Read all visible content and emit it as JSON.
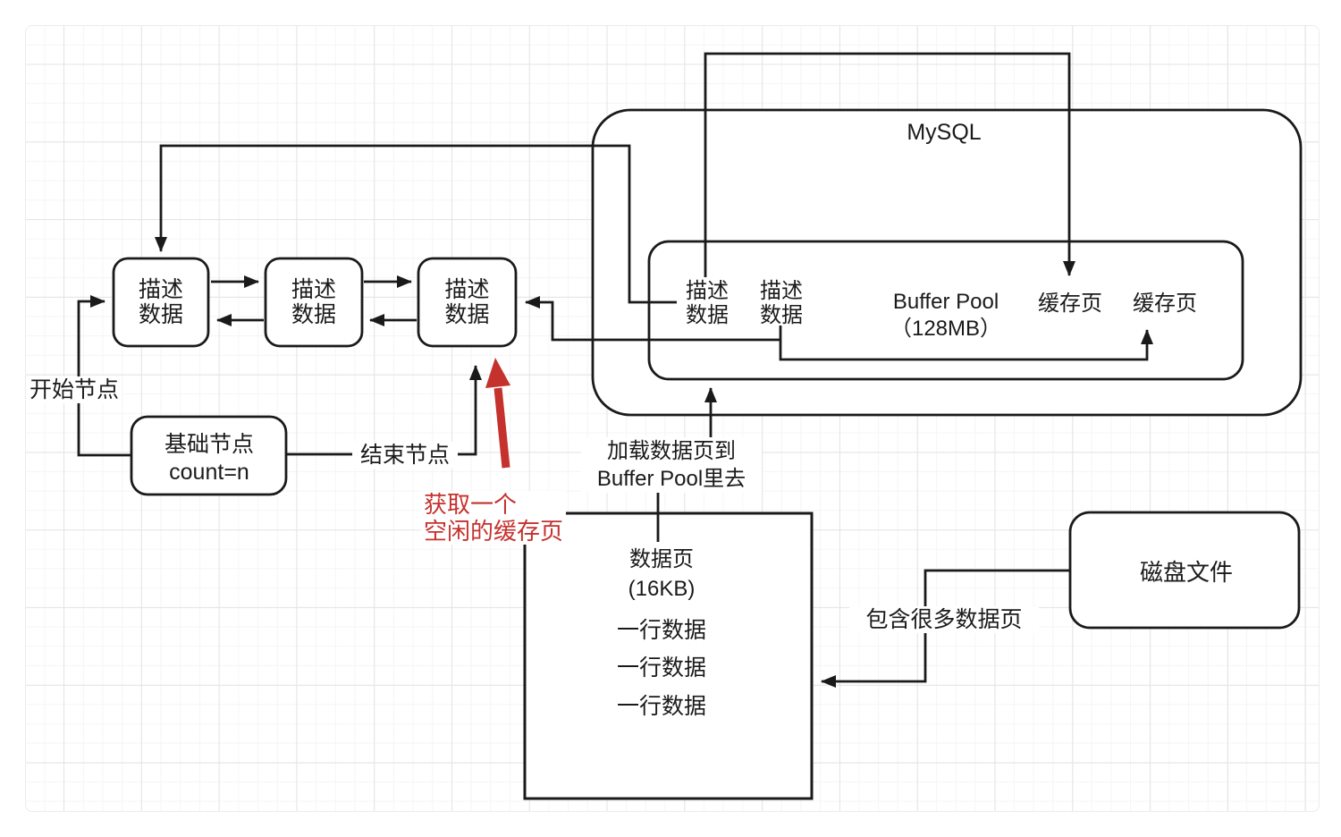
{
  "diagram": {
    "mysql": {
      "label": "MySQL"
    },
    "buffer_pool": {
      "label_line1": "Buffer Pool",
      "label_line2": "（128MB）",
      "desc_node_1": {
        "line1": "描述",
        "line2": "数据"
      },
      "desc_node_2": {
        "line1": "描述",
        "line2": "数据"
      },
      "cache_page_1": "缓存页",
      "cache_page_2": "缓存页"
    },
    "linked_list": {
      "node1": {
        "line1": "描述",
        "line2": "数据"
      },
      "node2": {
        "line1": "描述",
        "line2": "数据"
      },
      "node3": {
        "line1": "描述",
        "line2": "数据"
      },
      "start_label": "开始节点",
      "end_label": "结束节点",
      "base_node": {
        "line1": "基础节点",
        "line2": "count=n"
      }
    },
    "annotations": {
      "free_page_line1": "获取一个",
      "free_page_line2": "空闲的缓存页",
      "load_line1": "加载数据页到",
      "load_line2": "Buffer Pool里去",
      "contains_label": "包含很多数据页"
    },
    "data_page": {
      "title": "数据页",
      "size": "(16KB)",
      "rows": [
        "一行数据",
        "一行数据",
        "一行数据"
      ]
    },
    "disk": {
      "label": "磁盘文件"
    },
    "colors": {
      "stroke": "#1a1a1a",
      "accent_red": "#c5312d"
    }
  }
}
